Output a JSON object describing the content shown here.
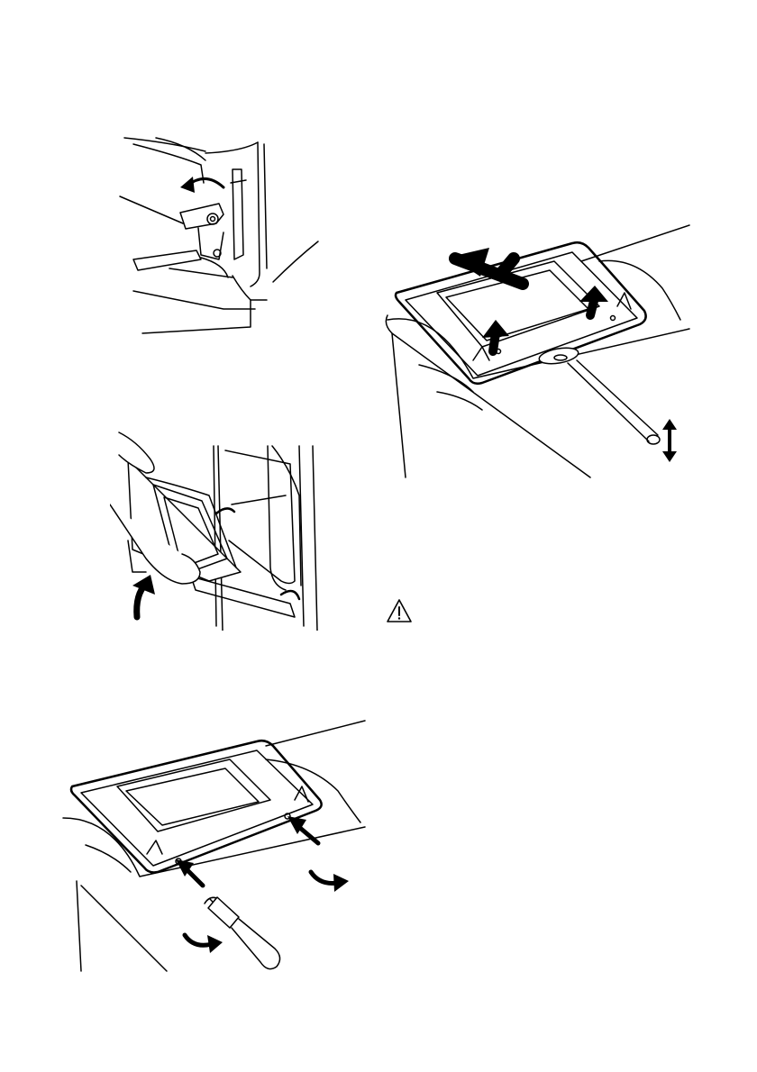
{
  "figures": [
    {
      "id": "hinge",
      "icon": "hinge-lever-rotate-illustration"
    },
    {
      "id": "door-lift",
      "icon": "door-removal-illustration"
    },
    {
      "id": "glass-lift",
      "icon": "door-glass-removal-illustration"
    },
    {
      "id": "screwdriver",
      "icon": "door-screws-illustration"
    }
  ],
  "warning": {
    "icon": "warning-triangle-icon"
  }
}
